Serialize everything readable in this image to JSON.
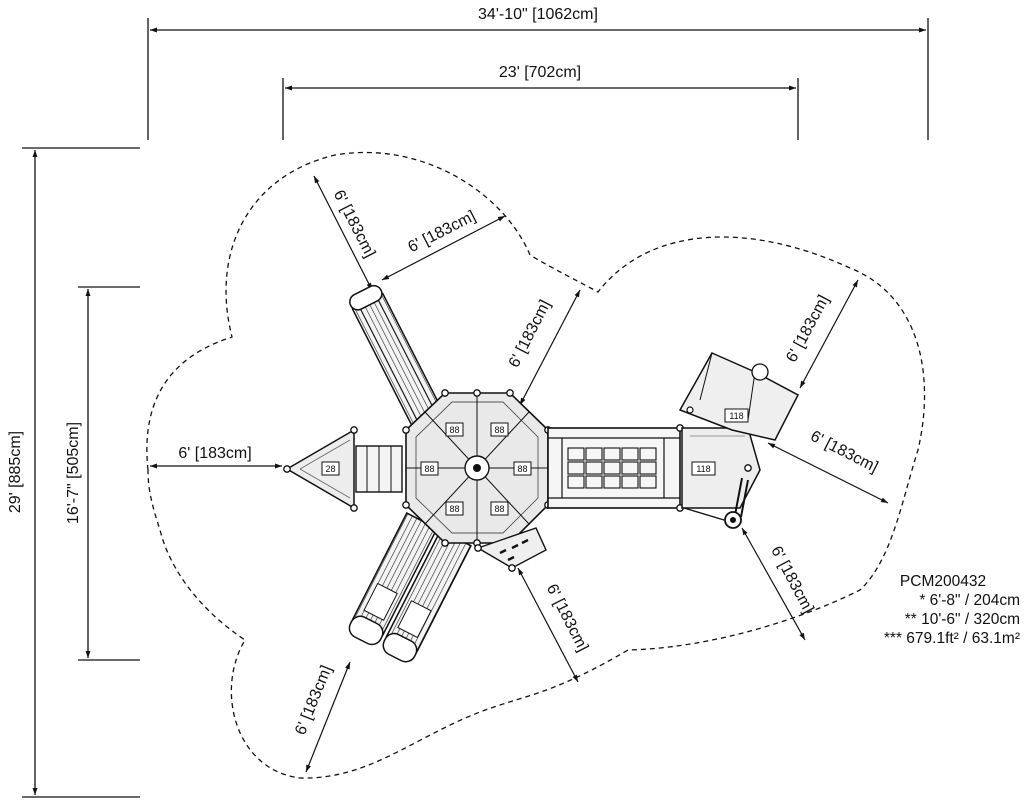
{
  "model": "PCM200432",
  "specs": {
    "line1": "* 6'-8\" / 204cm",
    "line2": "** 10'-6\" / 320cm",
    "line3": "*** 679.1ft² / 63.1m²"
  },
  "dimensions": {
    "overall_width": "34'-10\" [1062cm]",
    "structure_width": "23' [702cm]",
    "overall_depth": "29' [885cm]",
    "structure_depth": "16'-7\" [505cm]",
    "left_clearance": "6' [183cm]",
    "top_slide_clearance_a": "6' [183cm]",
    "top_slide_clearance_b": "6' [183cm]",
    "top_center_clearance": "6' [183cm]",
    "right_upper_clearance": "6' [183cm]",
    "right_middle_clearance": "6' [183cm]",
    "right_lower_clearance": "6' [183cm]",
    "bottom_center_clearance": "6' [183cm]",
    "bottom_left_clearance": "6' [183cm]"
  },
  "component_tags": {
    "deck_top_left": "88",
    "deck_top_right": "88",
    "deck_mid_left": "88",
    "deck_mid_right": "88",
    "deck_bottom_left": "88",
    "deck_bottom_right": "88",
    "triangle_deck": "28",
    "right_deck": "118",
    "right_tower": "118"
  }
}
